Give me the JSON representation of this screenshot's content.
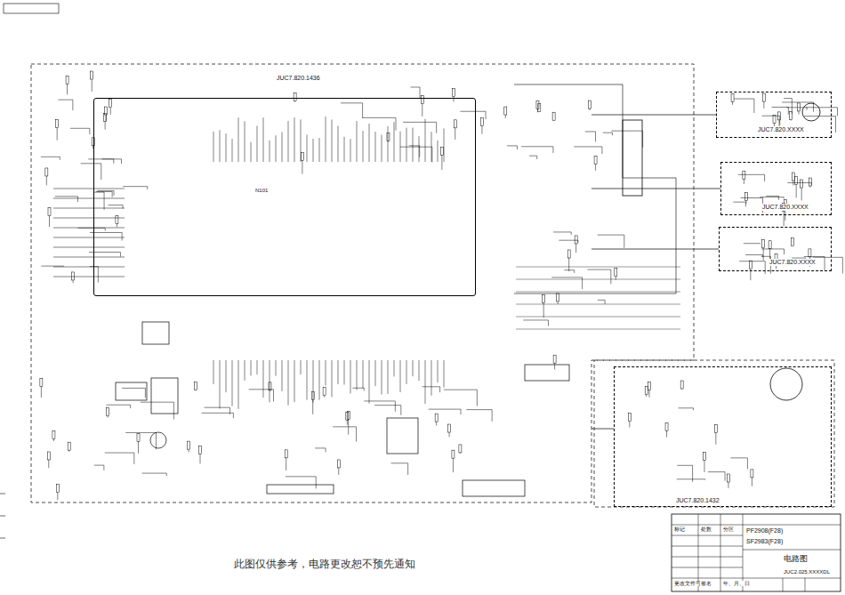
{
  "diagram": {
    "caption": "此图仅供参考，电路更改恕不预先通知",
    "nodes": [
      {
        "text": [
          "JUC7.820.1436"
        ]
      },
      {
        "text": [
          "N101"
        ],
        "in": 0
      },
      {
        "text": [
          "JUC7.820.XXXX"
        ]
      },
      {
        "text": [
          "JUC7.820.XXXX"
        ]
      },
      {
        "text": [
          "JUC7.820.XXXX"
        ]
      },
      {
        "text": [
          "JUC7.820.1432"
        ]
      }
    ],
    "edges": [
      {
        "from": 0,
        "to": 2,
        "arrow": "none"
      },
      {
        "from": 0,
        "to": 3,
        "arrow": "none"
      },
      {
        "from": 0,
        "to": 4,
        "arrow": "none"
      },
      {
        "from": 0,
        "to": 5,
        "arrow": "none"
      }
    ],
    "labels": [
      "PF2908(F28)",
      "SF2983(F28)",
      "电路图",
      "JUC2.025.XXXXDL",
      "标记",
      "处数",
      "分区",
      "更改文件号",
      "签名",
      "年、月、日"
    ]
  }
}
